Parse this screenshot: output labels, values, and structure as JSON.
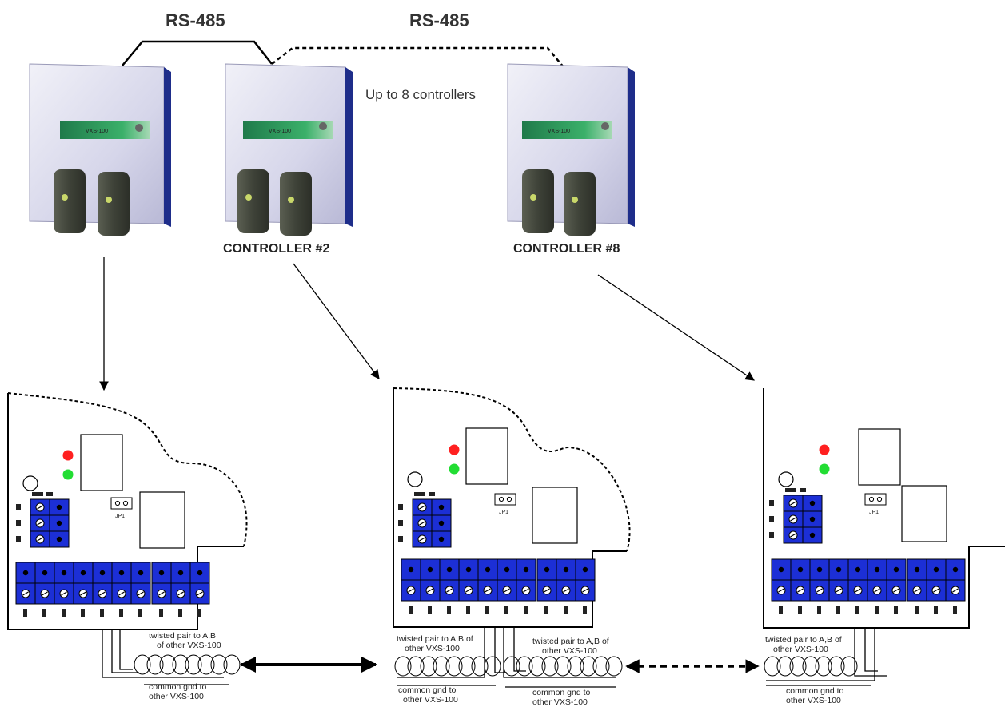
{
  "header": {
    "bus_label_left": "RS-485",
    "bus_label_right": "RS-485",
    "note": "Up to 8 controllers"
  },
  "controllers": [
    {
      "label": ""
    },
    {
      "label": "CONTROLLER #2"
    },
    {
      "label": "CONTROLLER #8"
    }
  ],
  "boards": [
    {
      "twisted_pair_line1": "twisted pair to A,B",
      "twisted_pair_line2": "of other VXS-100",
      "gnd_line1": "common gnd to",
      "gnd_line2": "other VXS-100"
    },
    {
      "twisted_pair_left_line1": "twisted pair to A,B of",
      "twisted_pair_left_line2": "other VXS-100",
      "twisted_pair_right_line1": "twisted pair to A,B of",
      "twisted_pair_right_line2": "other VXS-100",
      "gnd_left_line1": "common gnd to",
      "gnd_left_line2": "other VXS-100",
      "gnd_right_line1": "common gnd to",
      "gnd_right_line2": "other VXS-100"
    },
    {
      "twisted_pair_line1": "twisted pair to A,B of",
      "twisted_pair_line2": "other VXS-100",
      "gnd_line1": "common gnd to",
      "gnd_line2": "other VXS-100"
    }
  ],
  "jumper_label": "JP1",
  "panel_brand": "VXS-100",
  "colors": {
    "terminal_blue": "#1c2fd6",
    "led_red": "#ff2020",
    "led_green": "#22dd33",
    "panel_face": "#dcdcef",
    "panel_band": "#2f9a5c",
    "reader": "#4a4e44"
  }
}
